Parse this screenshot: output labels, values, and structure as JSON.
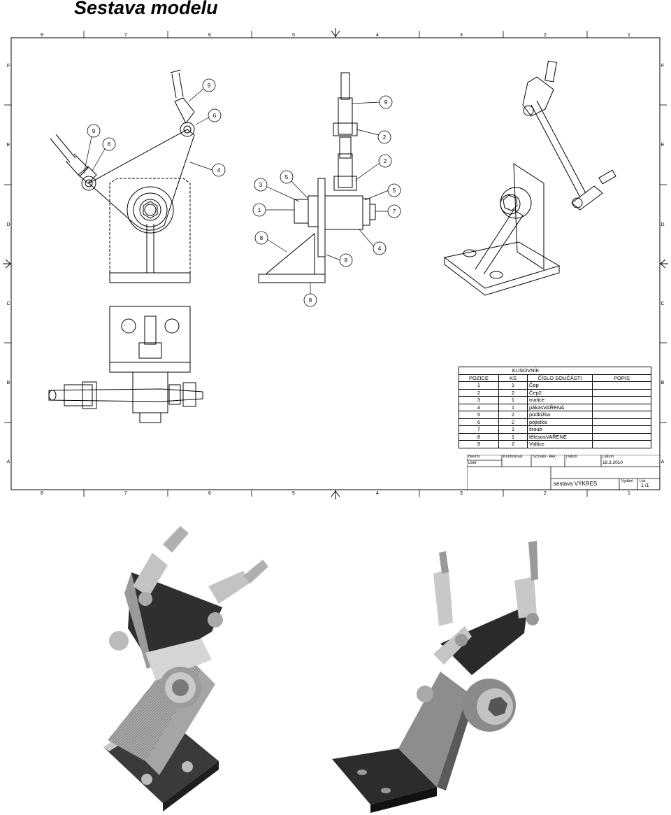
{
  "page_title": "Sestava modelu",
  "zones": {
    "columns": [
      "8",
      "7",
      "6",
      "5",
      "4",
      "3",
      "2",
      "1"
    ],
    "rows": [
      "F",
      "E",
      "D",
      "C",
      "B",
      "A"
    ]
  },
  "balloons": {
    "side_view": [
      "9",
      "6",
      "9",
      "6",
      "4"
    ],
    "front_view": [
      "9",
      "2",
      "2",
      "3",
      "5",
      "5",
      "1",
      "7",
      "8",
      "4",
      "8",
      "8"
    ]
  },
  "bom": {
    "title": "KUSOVNÍK",
    "headers": [
      "POZICE",
      "KS",
      "ČÍSLO SOUČÁSTI",
      "POPIS"
    ],
    "rows": [
      {
        "pos": "1",
        "qty": "1",
        "part": "Čep"
      },
      {
        "pos": "2",
        "qty": "2",
        "part": "Čep2"
      },
      {
        "pos": "3",
        "qty": "1",
        "part": "matice"
      },
      {
        "pos": "4",
        "qty": "1",
        "part": "pákasVAŘENÁ"
      },
      {
        "pos": "5",
        "qty": "2",
        "part": "podložka"
      },
      {
        "pos": "6",
        "qty": "2",
        "part": "pojistka"
      },
      {
        "pos": "7",
        "qty": "1",
        "part": "šroub"
      },
      {
        "pos": "8",
        "qty": "1",
        "part": "tělesosVAŘENÉ"
      },
      {
        "pos": "9",
        "qty": "2",
        "part": "Vidlice"
      }
    ]
  },
  "title_block": {
    "designed_label": "Navrhl",
    "designed_value": "user",
    "checked_label": "Kontroloval",
    "approved_label": "Schválil - Akk.",
    "date_label_1": "Datum",
    "date_label_2": "Datum",
    "date_value": "18.3.2010",
    "drawing_name": "sestava VÝKRES",
    "sheet_label": "Vydání",
    "sheet_count_label": "List",
    "sheet_value": "1 /1"
  },
  "colors": {
    "line": "#000000",
    "render_dark": "#2e2e2e",
    "render_mid": "#8a8a8a",
    "render_light": "#d6d6d6"
  }
}
